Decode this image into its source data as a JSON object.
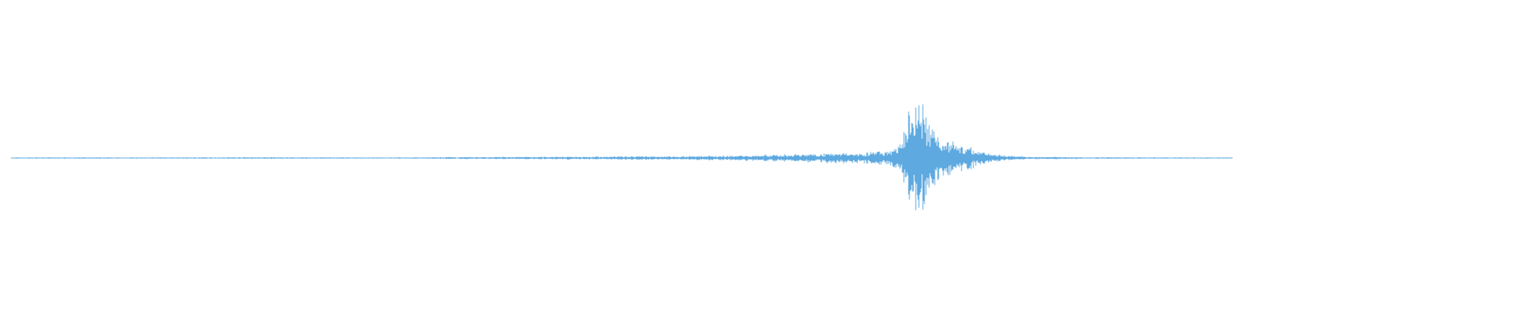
{
  "chart_data": {
    "type": "area",
    "title": "",
    "xlabel": "",
    "ylabel": "",
    "xlim": [
      0,
      1
    ],
    "ylim": [
      -1,
      1
    ],
    "grid": false,
    "legend": "none",
    "series": [
      {
        "color": "#5da9e0",
        "x": [
          0.0,
          0.05,
          0.1,
          0.15,
          0.2,
          0.25,
          0.3,
          0.33,
          0.36,
          0.4,
          0.44,
          0.48,
          0.52,
          0.55,
          0.58,
          0.6,
          0.62,
          0.64,
          0.66,
          0.68,
          0.7,
          0.71,
          0.72,
          0.728,
          0.735,
          0.74,
          0.745,
          0.75,
          0.755,
          0.76,
          0.765,
          0.77,
          0.775,
          0.78,
          0.79,
          0.8,
          0.81,
          0.82,
          0.83,
          0.84,
          0.86,
          0.88,
          0.9,
          0.92,
          0.94,
          0.96,
          0.98,
          1.0
        ],
        "amplitude": [
          0.01,
          0.012,
          0.01,
          0.012,
          0.014,
          0.012,
          0.01,
          0.012,
          0.016,
          0.02,
          0.024,
          0.028,
          0.032,
          0.036,
          0.04,
          0.05,
          0.06,
          0.07,
          0.08,
          0.1,
          0.1,
          0.12,
          0.14,
          0.25,
          0.8,
          0.95,
          1.0,
          0.7,
          0.55,
          0.45,
          0.35,
          0.3,
          0.28,
          0.22,
          0.16,
          0.1,
          0.06,
          0.04,
          0.03,
          0.02,
          0.02,
          0.015,
          0.015,
          0.012,
          0.012,
          0.01,
          0.01,
          0.01
        ]
      }
    ]
  }
}
